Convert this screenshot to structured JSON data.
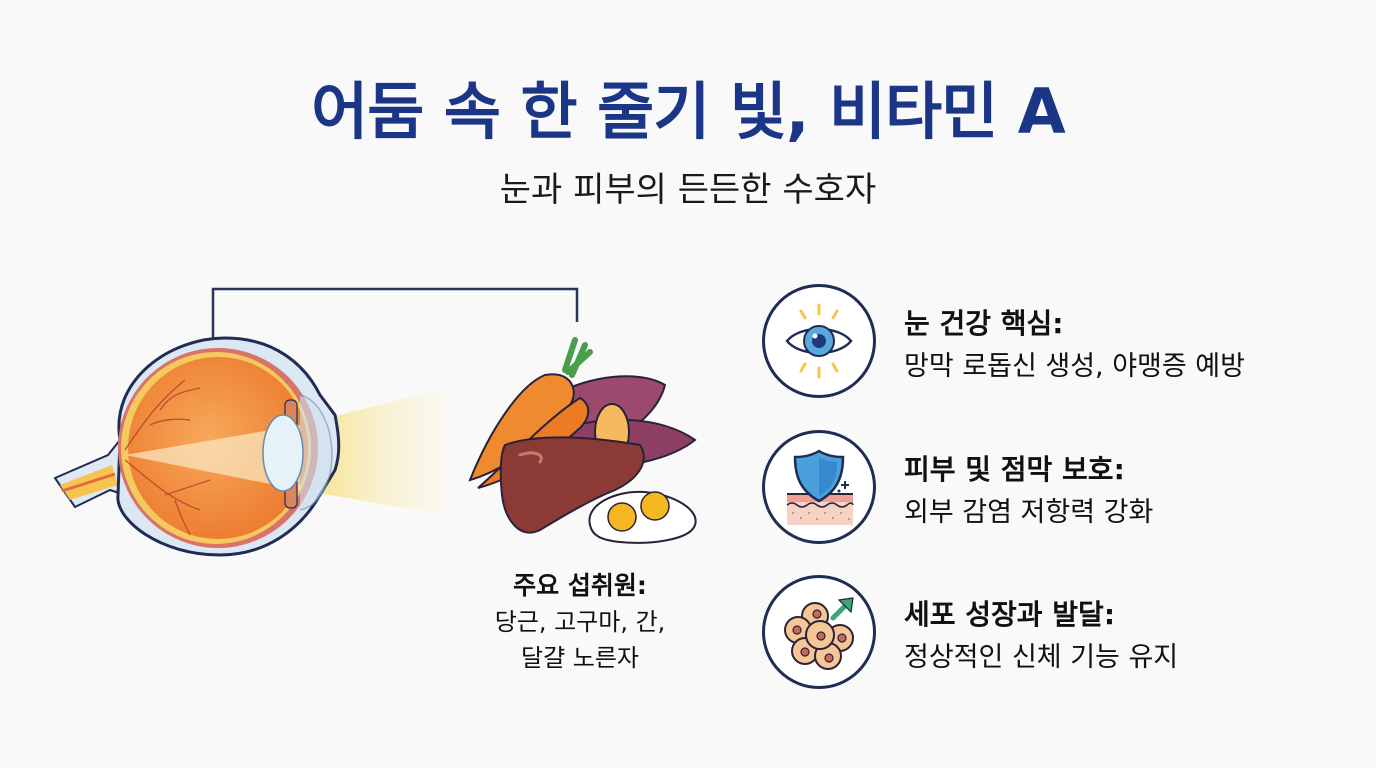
{
  "header": {
    "title": "어둠 속 한 줄기 빛, 비타민 A",
    "subtitle": "눈과 피부의 든든한 수호자"
  },
  "illustration": {
    "eye": "eye-anatomy-cross-section",
    "food": [
      "carrot",
      "sweet-potato",
      "liver",
      "egg-yolk"
    ]
  },
  "sources": {
    "heading": "주요 섭취원:",
    "lines": [
      "당근, 고구마, 간,",
      "달걀 노른자"
    ]
  },
  "benefits": [
    {
      "icon": "eye-icon",
      "title": "눈 건강 핵심:",
      "description": "망막 로돕신 생성, 야맹증 예방"
    },
    {
      "icon": "shield-skin-icon",
      "title": "피부 및 점막 보호:",
      "description": "외부 감염 저항력 강화"
    },
    {
      "icon": "cell-growth-icon",
      "title": "세포 성장과 발달:",
      "description": "정상적인 신체 기능 유지"
    }
  ],
  "colors": {
    "title": "#1b3687",
    "outline": "#1f2d55",
    "background": "#f9f9f9",
    "accent_yellow": "#f6d36b",
    "accent_blue": "#4a9fdc",
    "accent_green": "#3aa776"
  }
}
